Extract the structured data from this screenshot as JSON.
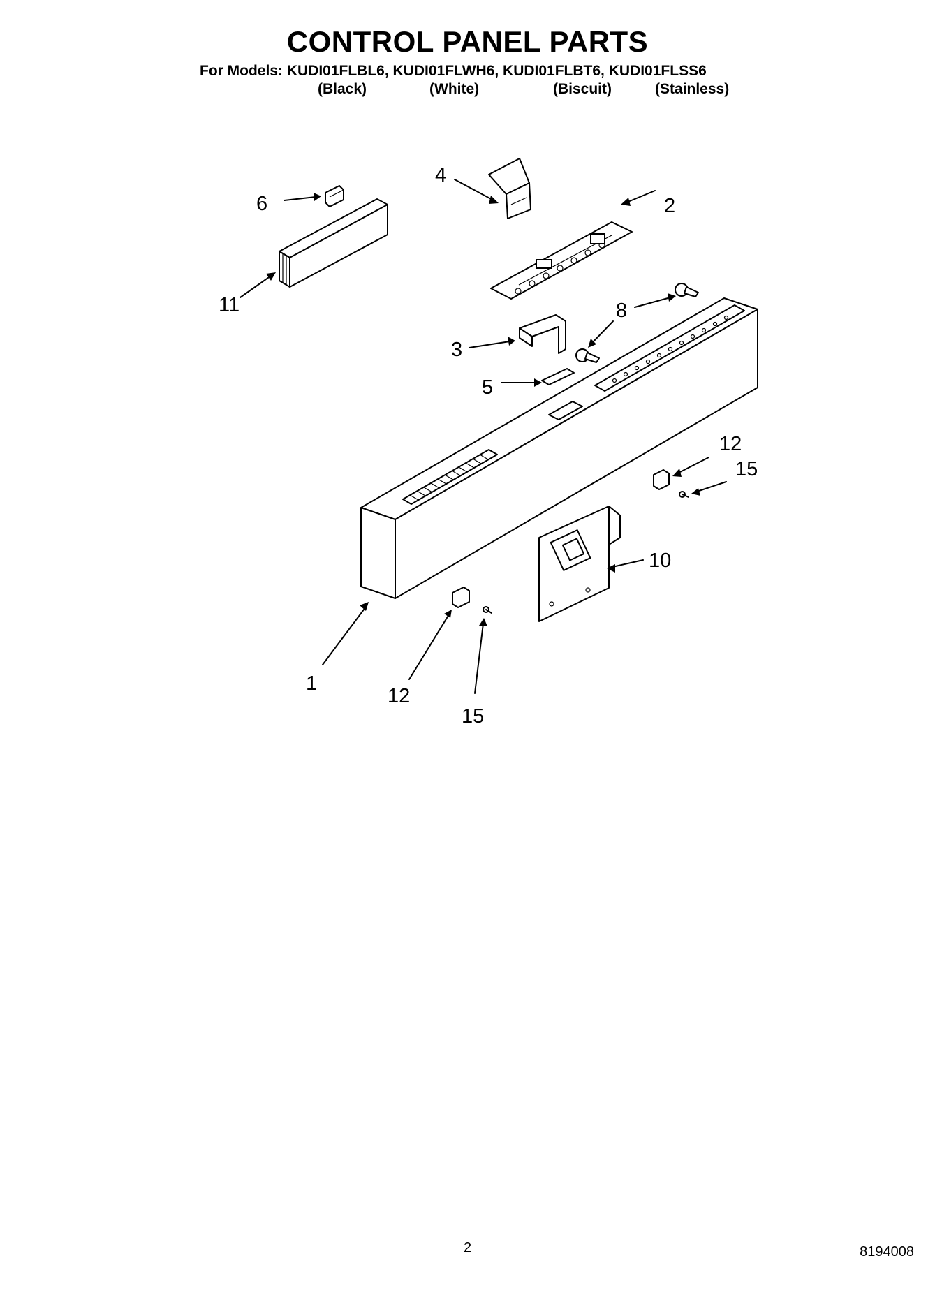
{
  "header": {
    "title": "CONTROL PANEL PARTS",
    "models": "For Models: KUDI01FLBL6, KUDI01FLWH6, KUDI01FLBT6, KUDI01FLSS6",
    "colors": [
      "(Black)",
      "(White)",
      "(Biscuit)",
      "(Stainless)"
    ]
  },
  "callouts": {
    "c1": "1",
    "c2": "2",
    "c3": "3",
    "c4": "4",
    "c5": "5",
    "c6": "6",
    "c8": "8",
    "c10": "10",
    "c11": "11",
    "c12a": "12",
    "c12b": "12",
    "c15a": "15",
    "c15b": "15"
  },
  "footer": {
    "page_number": "2",
    "document_number": "8194008"
  }
}
